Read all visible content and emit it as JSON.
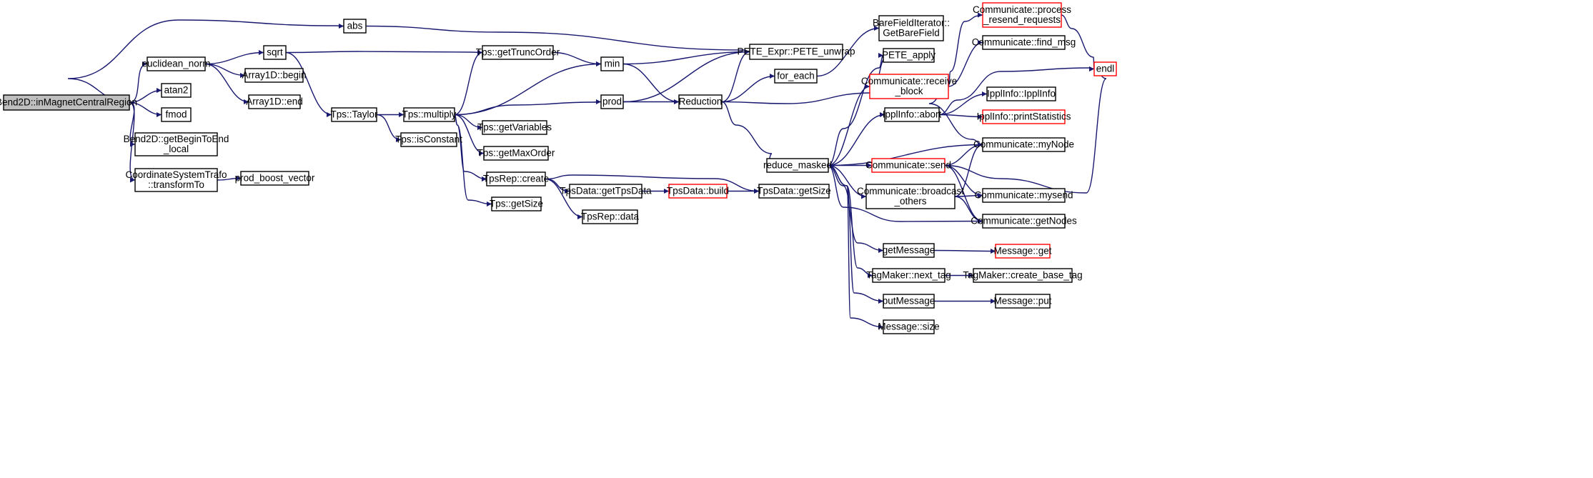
{
  "colors": {
    "edge": "#191970",
    "node_border": "#000000",
    "node_fill": "#ffffff",
    "truncated_border": "#ff0000",
    "root_fill": "#bfbfbf"
  },
  "nodes": {
    "root": {
      "lines": [
        "Bend2D::inMagnetCentralRegion"
      ],
      "kind": "root"
    },
    "abs": {
      "lines": [
        "abs"
      ],
      "kind": "normal"
    },
    "euclid": {
      "lines": [
        "euclidean_norm"
      ],
      "kind": "normal"
    },
    "atan2": {
      "lines": [
        "atan2"
      ],
      "kind": "normal"
    },
    "fmod": {
      "lines": [
        "fmod"
      ],
      "kind": "normal"
    },
    "getBegin": {
      "lines": [
        "Bend2D::getBeginToEnd",
        "_local"
      ],
      "kind": "normal"
    },
    "coordTrafo": {
      "lines": [
        "CoordinateSystemTrafo",
        "::transformTo"
      ],
      "kind": "normal"
    },
    "sqrt": {
      "lines": [
        "sqrt"
      ],
      "kind": "normal"
    },
    "arrBegin": {
      "lines": [
        "Array1D::begin"
      ],
      "kind": "normal"
    },
    "arrEnd": {
      "lines": [
        "Array1D::end"
      ],
      "kind": "normal"
    },
    "prodBoost": {
      "lines": [
        "prod_boost_vector"
      ],
      "kind": "normal"
    },
    "tpsTaylor": {
      "lines": [
        "Tps::Taylor"
      ],
      "kind": "normal"
    },
    "tpsMultiply": {
      "lines": [
        "Tps::multiply"
      ],
      "kind": "normal"
    },
    "tpsIsConst": {
      "lines": [
        "Tps::isConstant"
      ],
      "kind": "normal"
    },
    "tpsTrunc": {
      "lines": [
        "Tps::getTruncOrder"
      ],
      "kind": "normal"
    },
    "tpsGetVars": {
      "lines": [
        "Tps::getVariables"
      ],
      "kind": "normal"
    },
    "tpsMaxOrder": {
      "lines": [
        "Tps::getMaxOrder"
      ],
      "kind": "normal"
    },
    "tpsRepCreate": {
      "lines": [
        "TpsRep::create"
      ],
      "kind": "normal"
    },
    "tpsGetSize": {
      "lines": [
        "Tps::getSize"
      ],
      "kind": "normal"
    },
    "tpsDataGet": {
      "lines": [
        "TpsData::getTpsData"
      ],
      "kind": "normal"
    },
    "tpsRepData": {
      "lines": [
        "TpsRep::data"
      ],
      "kind": "normal"
    },
    "tpsDataBuild": {
      "lines": [
        "TpsData::build"
      ],
      "kind": "truncated"
    },
    "tpsDataSize": {
      "lines": [
        "TpsData::getSize"
      ],
      "kind": "normal"
    },
    "min": {
      "lines": [
        "min"
      ],
      "kind": "normal"
    },
    "prod": {
      "lines": [
        "prod"
      ],
      "kind": "normal"
    },
    "reduction": {
      "lines": [
        "Reduction"
      ],
      "kind": "normal"
    },
    "peteUnwrap": {
      "lines": [
        "PETE_Expr::PETE_unwrap"
      ],
      "kind": "normal"
    },
    "forEach": {
      "lines": [
        "for_each"
      ],
      "kind": "normal"
    },
    "bareField": {
      "lines": [
        "BareFieldIterator::",
        "GetBareField"
      ],
      "kind": "normal"
    },
    "peteApply": {
      "lines": [
        "PETE_apply"
      ],
      "kind": "normal"
    },
    "reduceMasked": {
      "lines": [
        "reduce_masked"
      ],
      "kind": "normal"
    },
    "commRecv": {
      "lines": [
        "Communicate::receive",
        "_block"
      ],
      "kind": "truncated"
    },
    "ipplAbort": {
      "lines": [
        "IpplInfo::abort"
      ],
      "kind": "normal"
    },
    "commSend": {
      "lines": [
        "Communicate::send"
      ],
      "kind": "truncated"
    },
    "commBcast": {
      "lines": [
        "Communicate::broadcast",
        "_others"
      ],
      "kind": "normal"
    },
    "getMessage": {
      "lines": [
        "getMessage"
      ],
      "kind": "normal"
    },
    "tagNext": {
      "lines": [
        "TagMaker::next_tag"
      ],
      "kind": "normal"
    },
    "putMessage": {
      "lines": [
        "putMessage"
      ],
      "kind": "normal"
    },
    "msgSize": {
      "lines": [
        "Message::size"
      ],
      "kind": "normal"
    },
    "commProcess": {
      "lines": [
        "Communicate::process",
        "_resend_requests"
      ],
      "kind": "truncated"
    },
    "commFindMsg": {
      "lines": [
        "Communicate::find_msg"
      ],
      "kind": "normal"
    },
    "endl": {
      "lines": [
        "endl"
      ],
      "kind": "truncated"
    },
    "ipplInfo": {
      "lines": [
        "IpplInfo::IpplInfo"
      ],
      "kind": "normal"
    },
    "ipplPrint": {
      "lines": [
        "IpplInfo::printStatistics"
      ],
      "kind": "truncated"
    },
    "commMyNode": {
      "lines": [
        "Communicate::myNode"
      ],
      "kind": "normal"
    },
    "commMysend": {
      "lines": [
        "Communicate::mysend"
      ],
      "kind": "normal"
    },
    "commGetNodes": {
      "lines": [
        "Communicate::getNodes"
      ],
      "kind": "normal"
    },
    "msgGet": {
      "lines": [
        "Message::get"
      ],
      "kind": "truncated"
    },
    "tagCreate": {
      "lines": [
        "TagMaker::create_base_tag"
      ],
      "kind": "normal"
    },
    "msgPut": {
      "lines": [
        "Message::put"
      ],
      "kind": "normal"
    }
  },
  "edges": [
    [
      "root",
      "abs"
    ],
    [
      "root",
      "euclid"
    ],
    [
      "root",
      "atan2"
    ],
    [
      "root",
      "fmod"
    ],
    [
      "root",
      "getBegin"
    ],
    [
      "root",
      "coordTrafo"
    ],
    [
      "abs",
      "peteUnwrap"
    ],
    [
      "euclid",
      "sqrt"
    ],
    [
      "euclid",
      "arrBegin"
    ],
    [
      "euclid",
      "arrEnd"
    ],
    [
      "coordTrafo",
      "prodBoost"
    ],
    [
      "sqrt",
      "tpsTrunc"
    ],
    [
      "sqrt",
      "tpsTaylor"
    ],
    [
      "tpsTaylor",
      "tpsMultiply"
    ],
    [
      "tpsTaylor",
      "tpsIsConst"
    ],
    [
      "tpsMultiply",
      "tpsTrunc"
    ],
    [
      "tpsMultiply",
      "min"
    ],
    [
      "tpsMultiply",
      "prod"
    ],
    [
      "tpsMultiply",
      "tpsGetVars"
    ],
    [
      "tpsMultiply",
      "tpsMaxOrder"
    ],
    [
      "tpsMultiply",
      "tpsRepCreate"
    ],
    [
      "tpsMultiply",
      "tpsGetSize"
    ],
    [
      "tpsTrunc",
      "min"
    ],
    [
      "tpsRepCreate",
      "tpsDataGet"
    ],
    [
      "tpsRepCreate",
      "tpsRepData"
    ],
    [
      "tpsRepCreate",
      "tpsDataSize"
    ],
    [
      "tpsDataGet",
      "tpsDataBuild"
    ],
    [
      "tpsDataBuild",
      "tpsDataSize"
    ],
    [
      "min",
      "peteUnwrap"
    ],
    [
      "min",
      "reduction"
    ],
    [
      "prod",
      "peteUnwrap"
    ],
    [
      "prod",
      "reduction"
    ],
    [
      "reduction",
      "peteUnwrap"
    ],
    [
      "reduction",
      "forEach"
    ],
    [
      "reduction",
      "peteApply"
    ],
    [
      "reduction",
      "reduceMasked"
    ],
    [
      "forEach",
      "bareField"
    ],
    [
      "reduceMasked",
      "peteApply"
    ],
    [
      "reduceMasked",
      "commRecv"
    ],
    [
      "reduceMasked",
      "ipplAbort"
    ],
    [
      "reduceMasked",
      "commMyNode"
    ],
    [
      "reduceMasked",
      "commSend"
    ],
    [
      "reduceMasked",
      "commBcast"
    ],
    [
      "reduceMasked",
      "commGetNodes"
    ],
    [
      "reduceMasked",
      "getMessage"
    ],
    [
      "reduceMasked",
      "tagNext"
    ],
    [
      "reduceMasked",
      "putMessage"
    ],
    [
      "reduceMasked",
      "msgSize"
    ],
    [
      "commRecv",
      "commProcess"
    ],
    [
      "commRecv",
      "commFindMsg"
    ],
    [
      "commRecv",
      "commMyNode"
    ],
    [
      "commProcess",
      "endl"
    ],
    [
      "ipplAbort",
      "endl"
    ],
    [
      "ipplAbort",
      "ipplInfo"
    ],
    [
      "ipplAbort",
      "ipplPrint"
    ],
    [
      "commSend",
      "commMyNode"
    ],
    [
      "commSend",
      "commMysend"
    ],
    [
      "commSend",
      "commGetNodes"
    ],
    [
      "commSend",
      "endl"
    ],
    [
      "commBcast",
      "commMyNode"
    ],
    [
      "commBcast",
      "commMysend"
    ],
    [
      "commBcast",
      "commGetNodes"
    ],
    [
      "getMessage",
      "msgGet"
    ],
    [
      "tagNext",
      "tagCreate"
    ],
    [
      "putMessage",
      "msgPut"
    ]
  ]
}
